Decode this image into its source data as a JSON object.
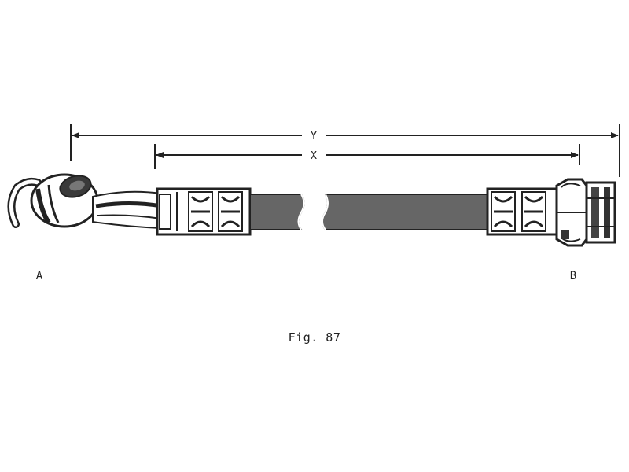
{
  "dimensions": {
    "overall_label": "Y",
    "inner_label": "X"
  },
  "ends": {
    "left_label": "A",
    "right_label": "B"
  },
  "caption": "Fig. 87"
}
